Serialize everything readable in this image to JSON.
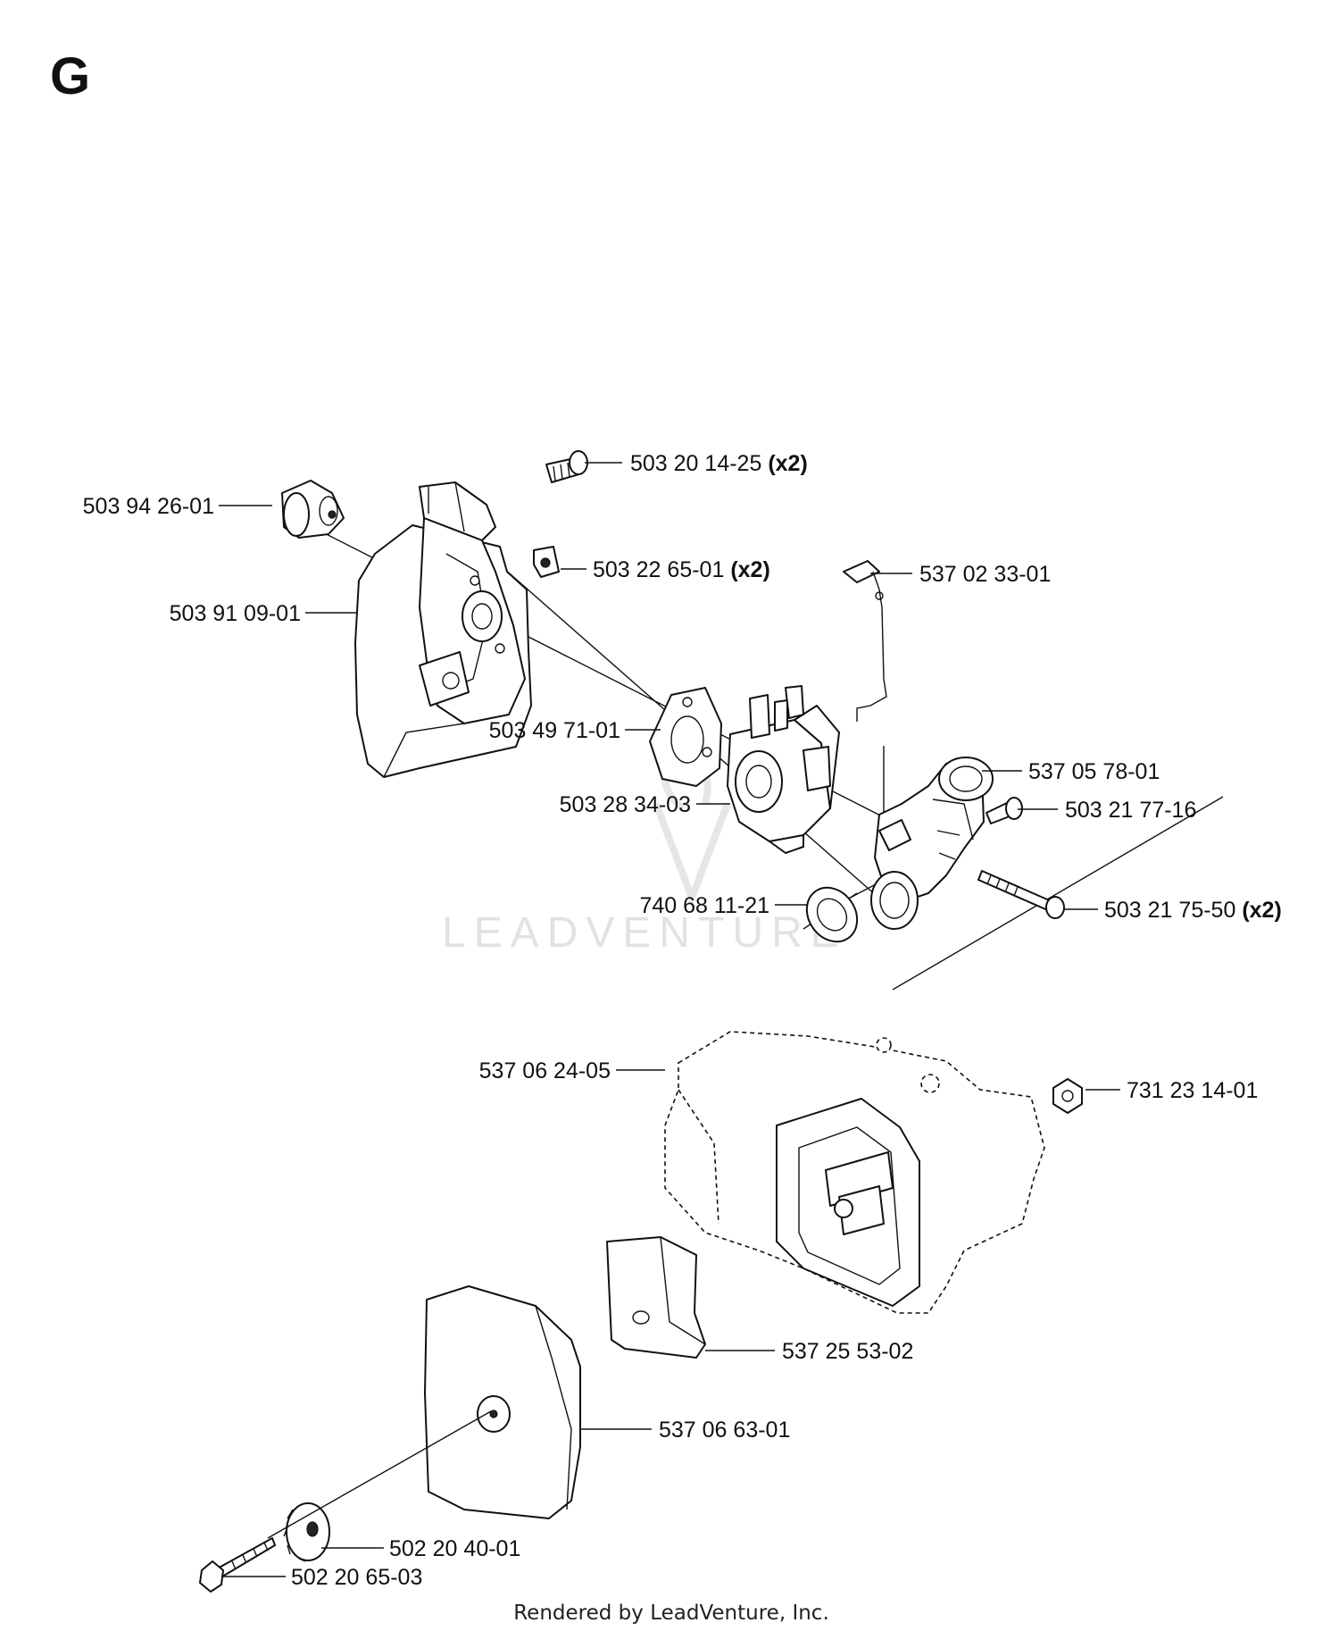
{
  "section": "G",
  "watermark": "LEADVENTURE",
  "footer": "Rendered by LeadVenture, Inc.",
  "parts": {
    "p1": {
      "number": "503 20 14-25",
      "qty": "(x2)"
    },
    "p2": {
      "number": "503 94 26-01",
      "qty": ""
    },
    "p3": {
      "number": "503 22 65-01",
      "qty": "(x2)"
    },
    "p4": {
      "number": "537 02 33-01",
      "qty": ""
    },
    "p5": {
      "number": "503 91 09-01",
      "qty": ""
    },
    "p6": {
      "number": "503 49 71-01",
      "qty": ""
    },
    "p7": {
      "number": "537 05 78-01",
      "qty": ""
    },
    "p8": {
      "number": "503 28 34-03",
      "qty": ""
    },
    "p9": {
      "number": "503 21 77-16",
      "qty": ""
    },
    "p10": {
      "number": "740 68 11-21",
      "qty": ""
    },
    "p11": {
      "number": "503 21 75-50",
      "qty": "(x2)"
    },
    "p12": {
      "number": "537 06 24-05",
      "qty": ""
    },
    "p13": {
      "number": "731 23 14-01",
      "qty": ""
    },
    "p14": {
      "number": "537 25 53-02",
      "qty": ""
    },
    "p15": {
      "number": "537 06 63-01",
      "qty": ""
    },
    "p16": {
      "number": "502 20 40-01",
      "qty": ""
    },
    "p17": {
      "number": "502 20 65-03",
      "qty": ""
    }
  }
}
